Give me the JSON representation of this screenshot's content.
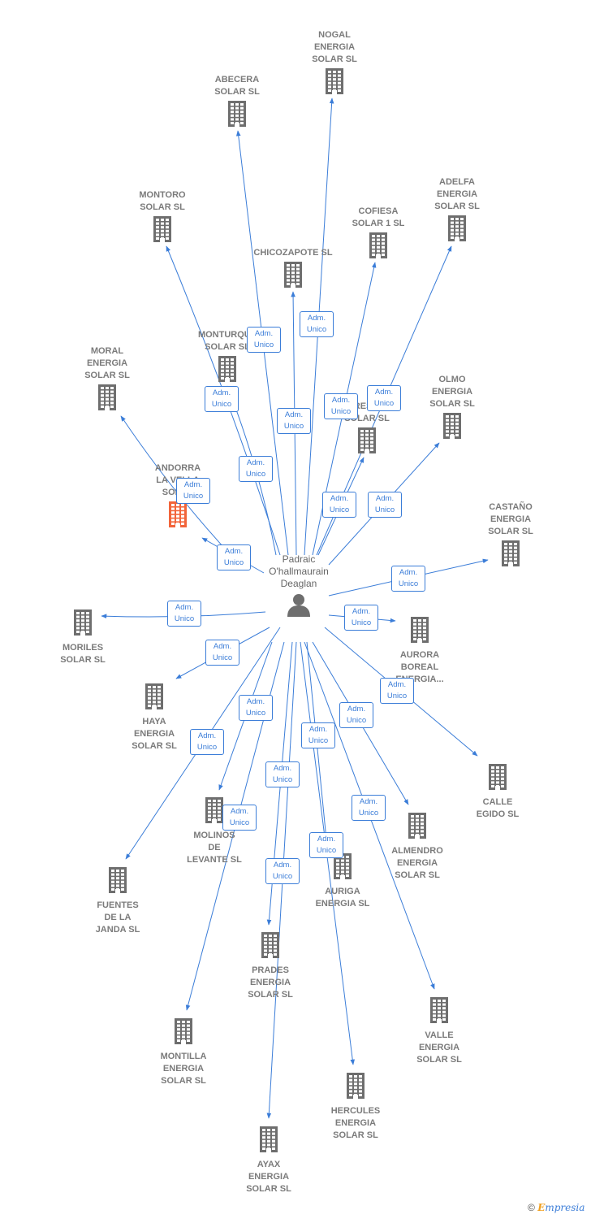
{
  "center": {
    "id": "c",
    "label": "Padraic\nO'hallmaurain\nDeaglan",
    "icon": "person-icon"
  },
  "link_label": {
    "line1": "Adm.",
    "line2": "Unico"
  },
  "colors": {
    "link": "#3b7dd8",
    "building": "#6e6e6e",
    "highlight": "#f2643a"
  },
  "credit": {
    "symbol": "©",
    "brand_initial": "E",
    "brand_rest": "mpresia"
  },
  "companies": [
    {
      "id": "nogal",
      "label": "NOGAL\nENERGIA\nSOLAR SL",
      "label_pos": "top"
    },
    {
      "id": "abecera",
      "label": "ABECERA\nSOLAR SL",
      "label_pos": "top"
    },
    {
      "id": "montoro",
      "label": "MONTORO\nSOLAR SL",
      "label_pos": "top"
    },
    {
      "id": "cofiesa",
      "label": "COFIESA\nSOLAR 1 SL",
      "label_pos": "top"
    },
    {
      "id": "adelfa",
      "label": "ADELFA\nENERGIA\nSOLAR SL",
      "label_pos": "top"
    },
    {
      "id": "chicozapote",
      "label": "CHICOZAPOTE SL",
      "label_pos": "top"
    },
    {
      "id": "monturque",
      "label": "MONTURQUE\nSOLAR SL",
      "label_pos": "top"
    },
    {
      "id": "moral",
      "label": "MORAL\nENERGIA\nSOLAR SL",
      "label_pos": "top"
    },
    {
      "id": "fresno",
      "label": "FRESNO\nSOLAR SL",
      "label_pos": "top"
    },
    {
      "id": "olmo",
      "label": "OLMO\nENERGIA\nSOLAR SL",
      "label_pos": "top"
    },
    {
      "id": "andorra",
      "label": "ANDORRA\nLA VELLA\nSOLAR",
      "label_pos": "top",
      "highlight": true
    },
    {
      "id": "castano",
      "label": "CASTAÑO\nENERGIA\nSOLAR SL",
      "label_pos": "top"
    },
    {
      "id": "moriles",
      "label": "MORILES\nSOLAR SL",
      "label_pos": "bottom"
    },
    {
      "id": "aurora",
      "label": "AURORA\nBOREAL\nENERGIA...",
      "label_pos": "bottom"
    },
    {
      "id": "haya",
      "label": "HAYA\nENERGIA\nSOLAR SL",
      "label_pos": "bottom"
    },
    {
      "id": "calle",
      "label": "CALLE\nEGIDO SL",
      "label_pos": "bottom"
    },
    {
      "id": "molinos",
      "label": "MOLINOS\nDE\nLEVANTE SL",
      "label_pos": "bottom"
    },
    {
      "id": "almendro",
      "label": "ALMENDRO\nENERGIA\nSOLAR SL",
      "label_pos": "bottom"
    },
    {
      "id": "auriga",
      "label": "AURIGA\nENERGIA SL",
      "label_pos": "bottom"
    },
    {
      "id": "fuentes",
      "label": "FUENTES\nDE LA\nJANDA SL",
      "label_pos": "bottom"
    },
    {
      "id": "prades",
      "label": "PRADES\nENERGIA\nSOLAR SL",
      "label_pos": "bottom"
    },
    {
      "id": "valle",
      "label": "VALLE\nENERGIA\nSOLAR SL",
      "label_pos": "bottom"
    },
    {
      "id": "montilla",
      "label": "MONTILLA\nENERGIA\nSOLAR SL",
      "label_pos": "bottom"
    },
    {
      "id": "hercules",
      "label": "HERCULES\nENERGIA\nSOLAR SL",
      "label_pos": "bottom"
    },
    {
      "id": "ayax",
      "label": "AYAX\nENERGIA\nSOLAR SL",
      "label_pos": "bottom"
    }
  ]
}
